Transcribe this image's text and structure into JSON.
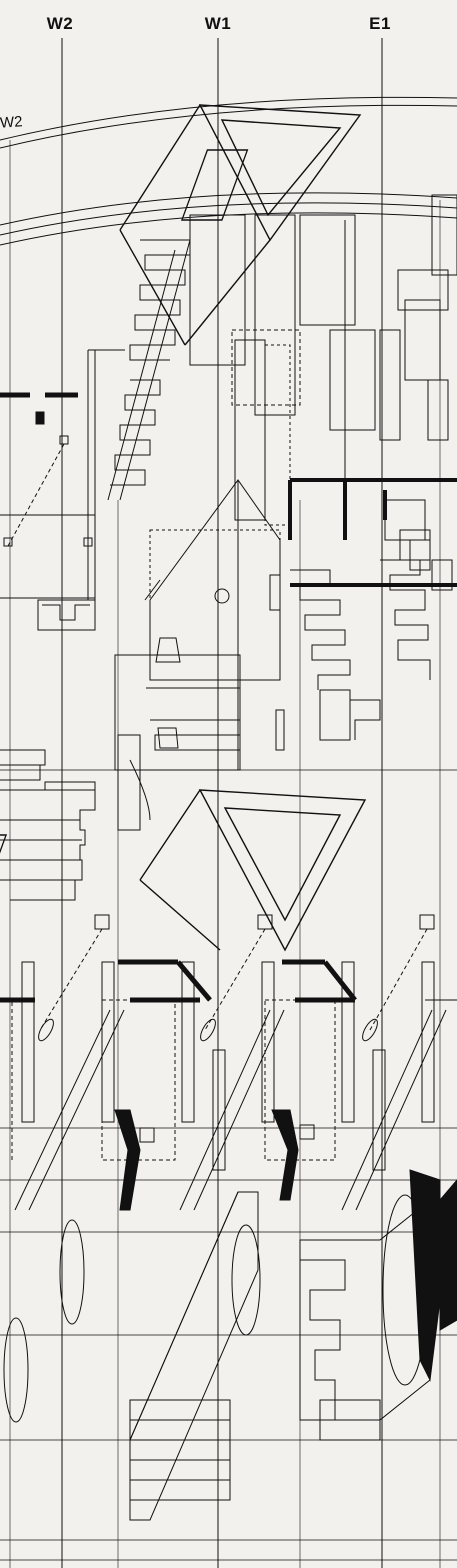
{
  "drawing": {
    "grid_labels": [
      "W2",
      "W1",
      "E1"
    ],
    "curve_label": "W2"
  },
  "colors": {
    "paper": "#f2f1ee",
    "ink": "#111111"
  }
}
